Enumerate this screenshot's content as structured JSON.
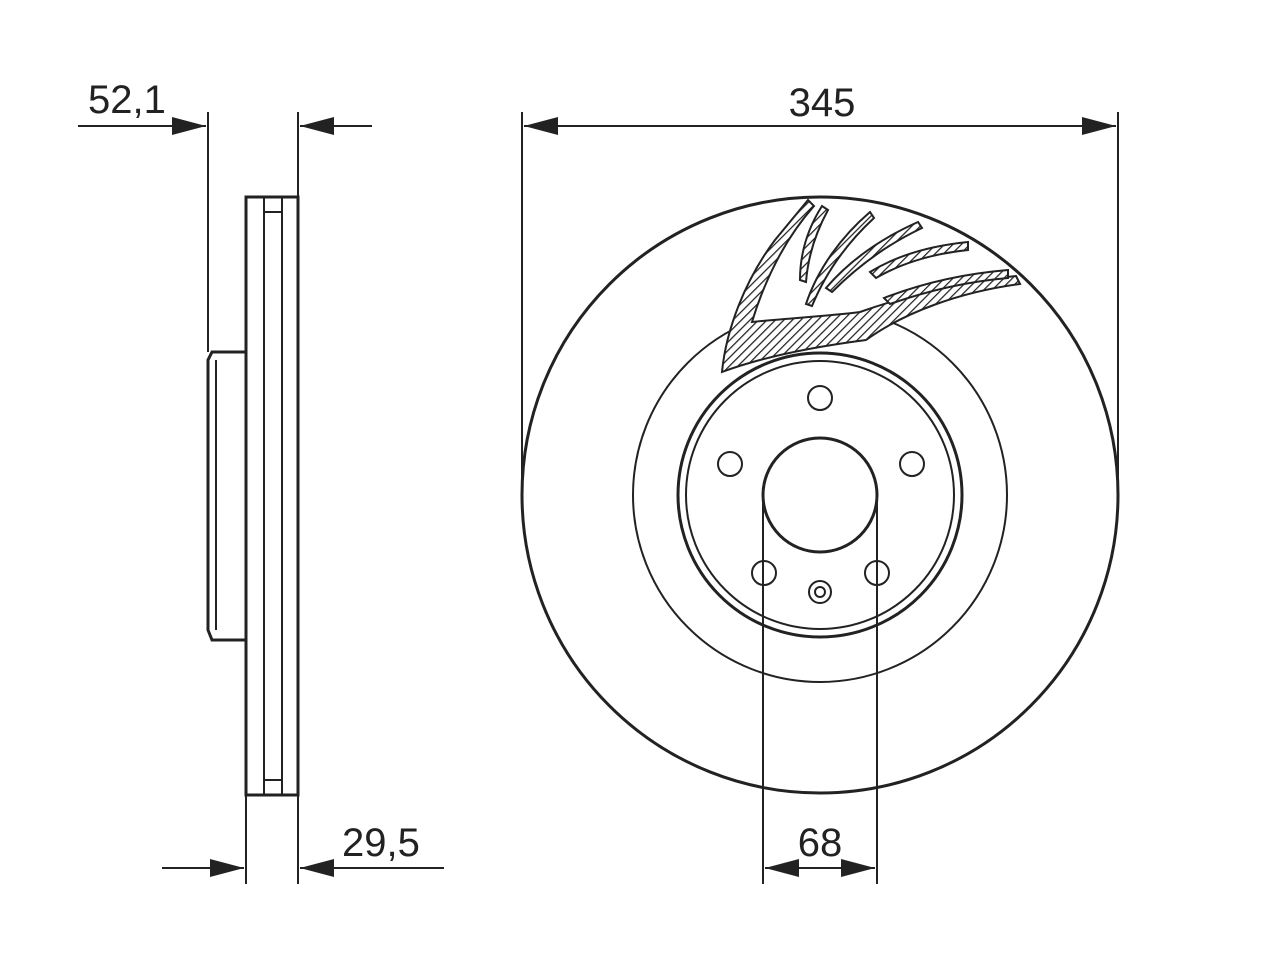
{
  "dimensions": {
    "hub_offset": "52,1",
    "disc_thickness": "29,5",
    "outer_diameter": "345",
    "center_bore": "68"
  },
  "colors": {
    "line": "#222222",
    "background": "#ffffff",
    "hatch": "#222222"
  }
}
